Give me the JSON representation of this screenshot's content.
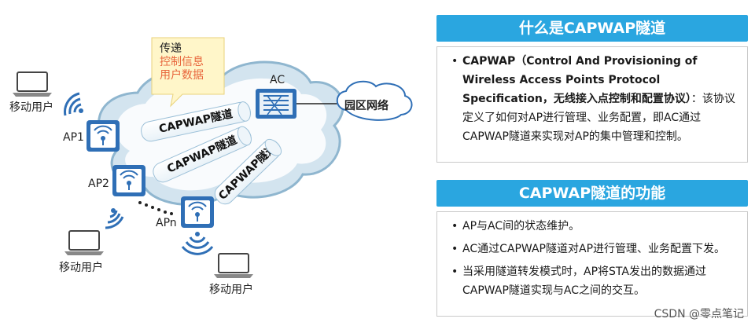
{
  "diagram": {
    "tip": {
      "line1": "传递",
      "line2": "控制信息",
      "line3": "用户数据"
    },
    "ac_label": "AC",
    "campus_network": "园区网络",
    "tunnel_label": "CAPWAP隧道",
    "ap_labels": [
      "AP1",
      "AP2",
      "APn"
    ],
    "user_label": "移动用户",
    "colors": {
      "cloud": "#d3e4ef",
      "cloud_stroke": "#8fb6cf",
      "ap_blue": "#2f6fb6",
      "accent": "#e8663c"
    }
  },
  "panel1": {
    "title": "什么是CAPWAP隧道",
    "item_bold": "CAPWAP（Control And Provisioning of Wireless Access Points Protocol Specification，无线接入点控制和配置协议）",
    "item_rest": "：该协议定义了如何对AP进行管理、业务配置，即AC通过CAPWAP隧道来实现对AP的集中管理和控制。"
  },
  "panel2": {
    "title": "CAPWAP隧道的功能",
    "items": [
      "AP与AC间的状态维护。",
      "AC通过CAPWAP隧道对AP进行管理、业务配置下发。",
      "当采用隧道转发模式时，AP将STA发出的数据通过CAPWAP隧道实现与AC之间的交互。"
    ]
  },
  "watermark": "CSDN @零点笔记"
}
